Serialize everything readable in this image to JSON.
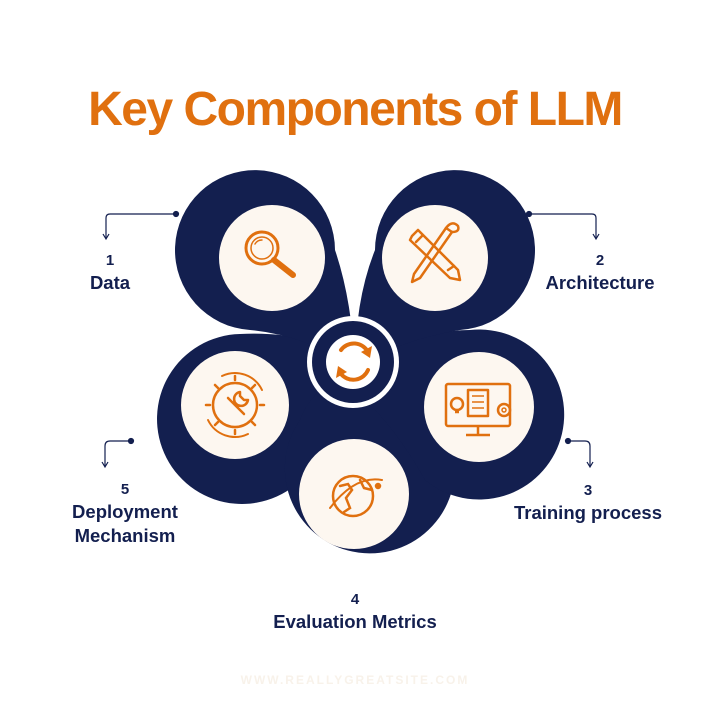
{
  "title": "Key Components of LLM",
  "colors": {
    "navy": "#131f4f",
    "orange": "#e0700f",
    "cream": "#fdf7f0",
    "watermark": "#f8f2ea"
  },
  "center_icon": "recycle-arrows-icon",
  "components": [
    {
      "number": "1",
      "label": "Data",
      "icon": "magnifier-icon"
    },
    {
      "number": "2",
      "label": "Architecture",
      "icon": "pencil-brush-icon"
    },
    {
      "number": "3",
      "label": "Training process",
      "icon": "computer-screen-icon"
    },
    {
      "number": "4",
      "label": "Evaluation Metrics",
      "icon": "globe-icon"
    },
    {
      "number": "5",
      "label": "Deployment Mechanism",
      "icon": "gear-wrench-icon"
    }
  ],
  "watermark": "WWW.REALLYGREATSITE.COM"
}
